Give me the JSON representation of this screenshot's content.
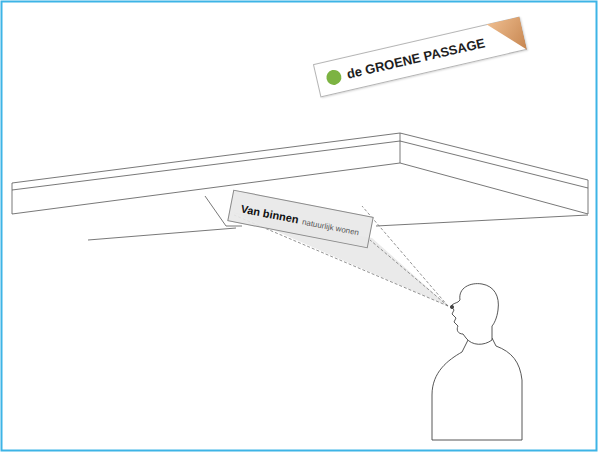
{
  "diagram": {
    "nodes": [
      {
        "text": [
          "de GROENE PASSAGE"
        ]
      },
      {
        "text": [
          "Van binnen",
          "natuurlijk wonen"
        ]
      }
    ]
  }
}
